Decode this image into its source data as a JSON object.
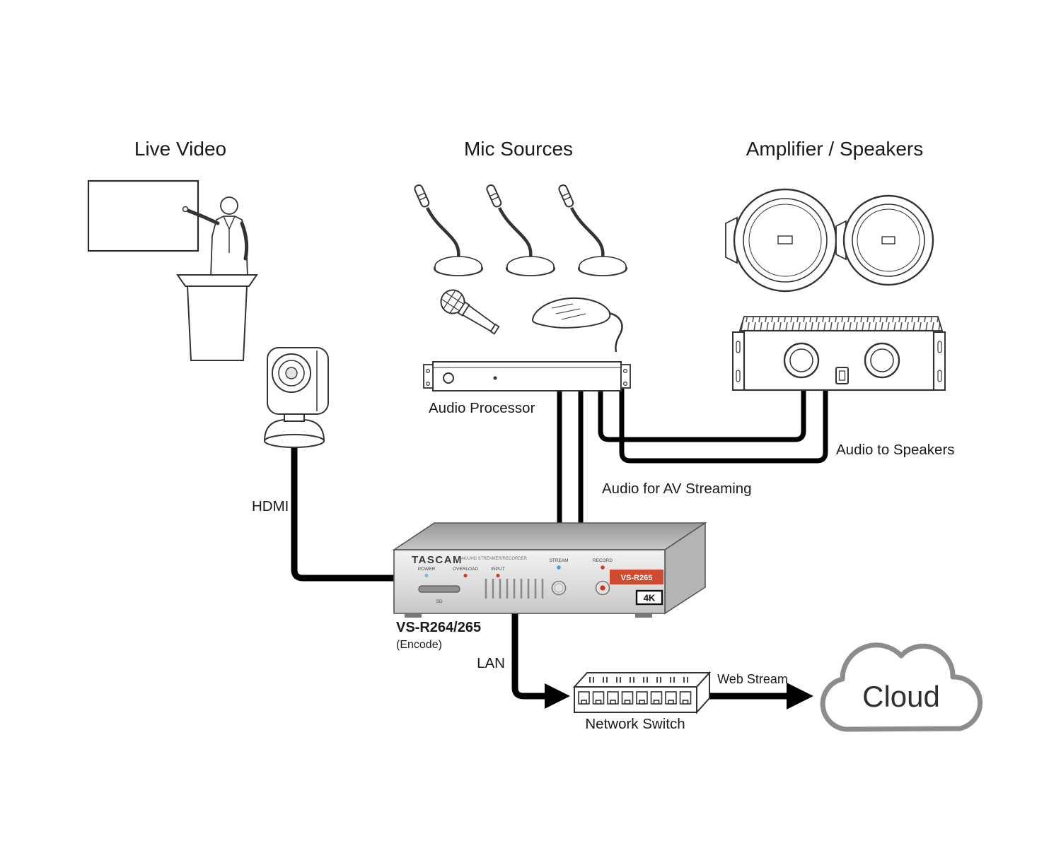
{
  "sections": {
    "live_video": "Live Video",
    "mic_sources": "Mic Sources",
    "amplifier_speakers": "Amplifier / Speakers"
  },
  "labels": {
    "audio_processor": "Audio Processor",
    "audio_to_speakers": "Audio to Speakers",
    "audio_for_av_streaming": "Audio for AV Streaming",
    "hdmi": "HDMI",
    "lan": "LAN",
    "web_stream": "Web Stream",
    "network_switch": "Network Switch",
    "cloud": "Cloud"
  },
  "encoder": {
    "model": "VS-R264/265",
    "mode": "(Encode)",
    "panel": {
      "brand": "TASCAM",
      "product_type": "4K/UHD STREAMER/RECORDER",
      "led_power": "POWER",
      "led_overload": "OVERLOAD",
      "led_input": "INPUT",
      "label_stream": "STREAM",
      "label_record": "RECORD",
      "badge_model": "VS-R265",
      "badge_resolution": "4K",
      "sd_slot": "SD"
    }
  },
  "colors": {
    "badge_red": "#cf4a2e",
    "cable_black": "#000000",
    "cloud_stroke": "#8c8c8c"
  }
}
